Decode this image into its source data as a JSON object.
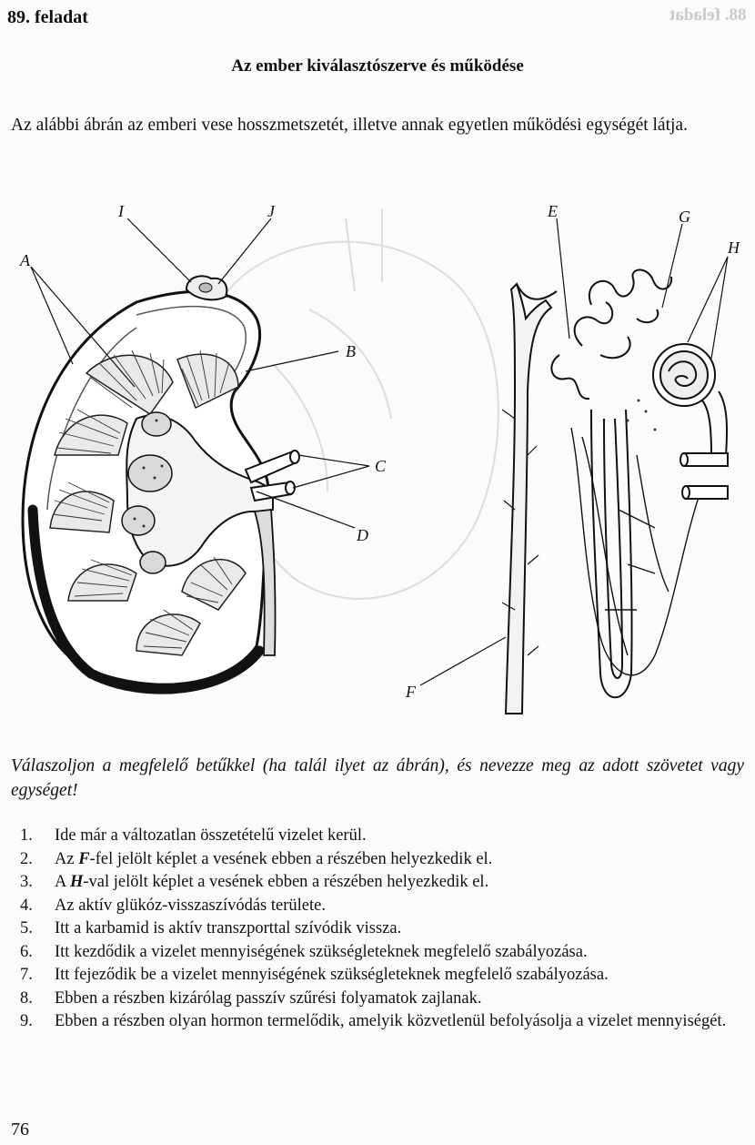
{
  "header": {
    "task_number": "89. feladat",
    "ghost_header": "88. feladat"
  },
  "title": "Az ember kiválasztószerve és működése",
  "intro": "Az alábbi ábrán az emberi vese hosszmetszetét, illetve annak egyetlen működési egységét látja.",
  "figure": {
    "labels": {
      "A": "A",
      "B": "B",
      "C": "C",
      "D": "D",
      "E": "E",
      "F": "F",
      "G": "G",
      "H": "H",
      "I": "I",
      "J": "J"
    }
  },
  "instruction": "Válaszoljon a megfelelő betűkkel (ha talál ilyet az ábrán), és nevezze meg az adott szövetet vagy egységet!",
  "questions": [
    {
      "num": "1.",
      "text": "Ide már a változatlan összetételű vizelet kerül."
    },
    {
      "num": "2.",
      "text_before": "Az ",
      "bold": "F",
      "text_after": "-fel jelölt képlet a vesének ebben a részében helyezkedik el."
    },
    {
      "num": "3.",
      "text_before": "A ",
      "bold": "H",
      "text_after": "-val jelölt képlet a vesének ebben a részében helyezkedik el."
    },
    {
      "num": "4.",
      "text": "Az aktív glükóz-visszaszívódás területe."
    },
    {
      "num": "5.",
      "text": "Itt a karbamid is aktív transzporttal szívódik vissza."
    },
    {
      "num": "6.",
      "text": "Itt kezdődik a vizelet mennyiségének szükségleteknek megfelelő szabályozása."
    },
    {
      "num": "7.",
      "text": "Itt fejeződik be a vizelet mennyiségének szükségleteknek megfelelő szabályozása."
    },
    {
      "num": "8.",
      "text": "Ebben a részben kizárólag passzív szűrési folyamatok zajlanak."
    },
    {
      "num": "9.",
      "text": "Ebben a részben olyan hormon termelődik, amelyik közvetlenül befolyásolja a vizelet mennyiségét."
    }
  ],
  "page_number": "76"
}
